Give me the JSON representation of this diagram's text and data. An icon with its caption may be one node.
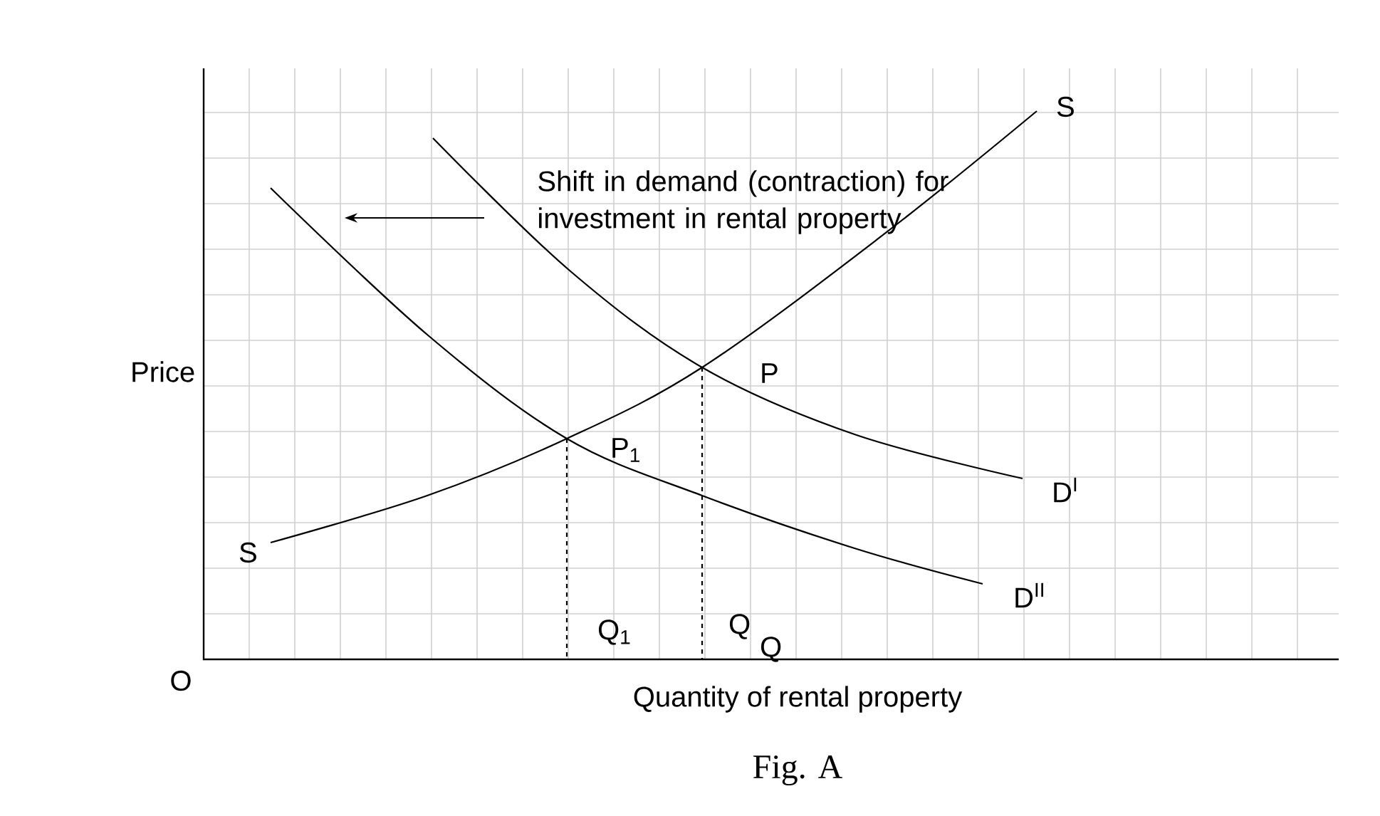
{
  "diagram": {
    "caption": "Fig. A",
    "labels": [
      "S",
      "Shift in demand (contraction) for investment in rental property",
      "Price",
      "P",
      "P$_{1}$",
      "D$^{I}$",
      "S",
      "D$^{II}$",
      "Q$_{1}$",
      "Q",
      "Q",
      "O",
      "Quantity of rental property"
    ]
  }
}
